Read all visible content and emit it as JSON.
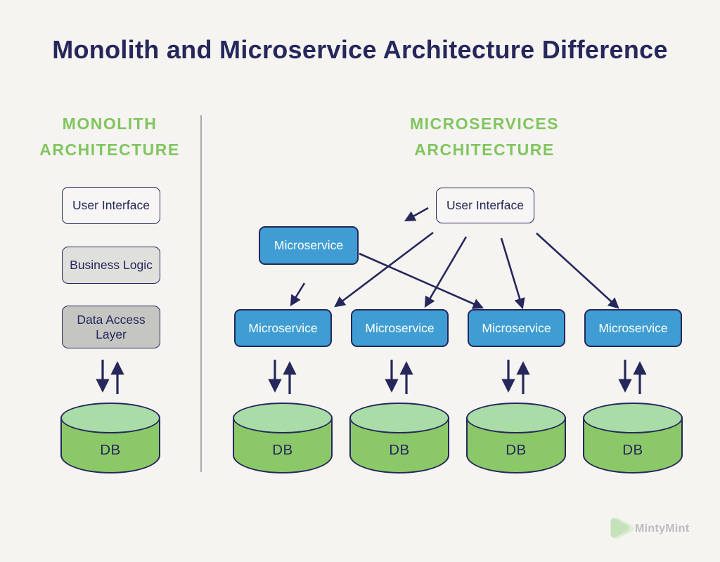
{
  "title": "Monolith and Microservice Architecture Difference",
  "brand": {
    "name": "MintyMint",
    "icon": "play-triangle-icon"
  },
  "colors": {
    "background": "#F5F4F1",
    "navy": "#26275B",
    "green": "#82C55F",
    "blue": "#3F9DD4",
    "white_text": "#FFFFFF",
    "layer_ui_bg": "#F7F6F4",
    "layer_logic_bg": "#DFDFDC",
    "layer_data_bg": "#C5C5C2",
    "cylinder_body": "#8BC968",
    "cylinder_top": "#A9DCA7",
    "divider": "#ABABAB",
    "brand_gray": "#BDBDBD",
    "brand_green": "#C6E2BC"
  },
  "monolith": {
    "heading": [
      "MONOLITH",
      "ARCHITECTURE"
    ],
    "layers": [
      {
        "label": "User Interface"
      },
      {
        "label": "Business Logic"
      },
      {
        "label": "Data Access Layer"
      }
    ],
    "database": {
      "label": "DB"
    }
  },
  "microservices": {
    "heading": [
      "MICROSERVICES",
      "ARCHITECTURE"
    ],
    "ui": {
      "label": "User Interface"
    },
    "gateway": {
      "label": "Microservice"
    },
    "services": [
      {
        "label": "Microservice",
        "database": {
          "label": "DB"
        }
      },
      {
        "label": "Microservice",
        "database": {
          "label": "DB"
        }
      },
      {
        "label": "Microservice",
        "database": {
          "label": "DB"
        }
      },
      {
        "label": "Microservice",
        "database": {
          "label": "DB"
        }
      }
    ]
  }
}
